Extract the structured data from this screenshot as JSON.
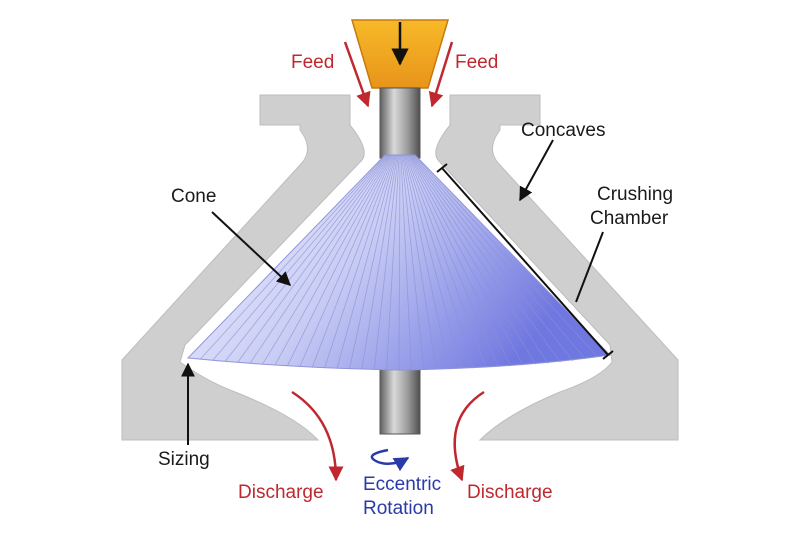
{
  "labels": {
    "feed_left": "Feed",
    "feed_right": "Feed",
    "concaves": "Concaves",
    "cone": "Cone",
    "crushing_line1": "Crushing",
    "crushing_line2": "Chamber",
    "sizing": "Sizing",
    "discharge_left": "Discharge",
    "discharge_right": "Discharge",
    "eccentric_line1": "Eccentric",
    "eccentric_line2": "Rotation"
  },
  "colors": {
    "concave_gray": "#cfcfcf",
    "shaft_gray": "#8a8a8a",
    "hopper_orange": "#f2a51c",
    "cone_blue": "#7f86e6",
    "feed_red": "#c0282f",
    "rotation_blue": "#2a3aa8"
  }
}
